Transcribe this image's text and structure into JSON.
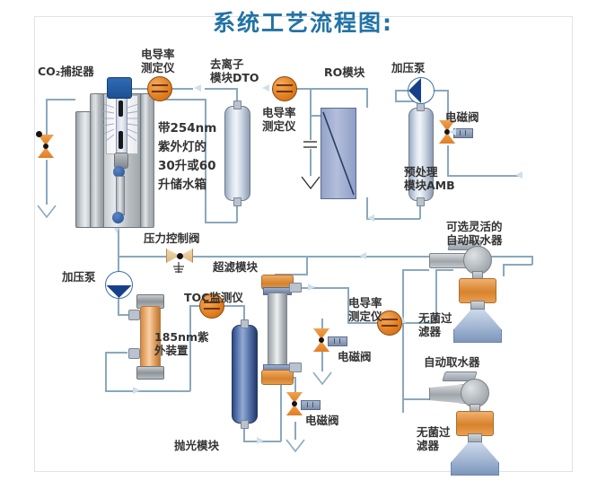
{
  "title": "系统工艺流程图:",
  "colors": {
    "title": "#2273a5",
    "pipe": "#8aa8bd",
    "valve_orange": "#e07d22",
    "meter_orange": "#e07d1f",
    "pump_blue": "#16418a",
    "ro_blue": "#93a3c8",
    "uv_orange": "#dd9a5c",
    "frame": "#e2e2e4"
  },
  "labels": {
    "co2_trap": "CO₂捕捉器",
    "conductivity_meter_1": "电导率\n测定仪",
    "storage_tank": "带254nm\n紫外灯的\n30升或60\n升储水箱",
    "di_module": "去离子\n模块DTO",
    "conductivity_meter_2": "电导率\n测定仪",
    "ro_module": "RO模块",
    "booster_pump_top": "加压泵",
    "solenoid_valve_top": "电磁阀",
    "pretreat_module": "预处理\n模块AMB",
    "pressure_control_valve": "压力控制阀",
    "booster_pump_mid": "加压泵",
    "uf_module": "超滤模块",
    "toc_monitor": "TOC监测仪",
    "uv185_device": "185nm紫\n外装置",
    "conductivity_meter_3": "电导率\n测定仪",
    "solenoid_valve_mid": "电磁阀",
    "solenoid_valve_low": "电磁阀",
    "polishing_module": "抛光模块",
    "optional_dispenser": "可选灵活的\n自动取水器",
    "sterile_filter_1": "无菌过\n滤器",
    "auto_dispenser_2": "自动取水器",
    "sterile_filter_2": "无菌过\n滤器"
  },
  "components": [
    {
      "id": "co2-trap",
      "label": "CO₂捕捉器",
      "type": "trap"
    },
    {
      "id": "storage-tank",
      "label": "带254nm紫外灯的30升或60升储水箱",
      "type": "tank"
    },
    {
      "id": "conductivity-meter-1",
      "label": "电导率测定仪",
      "type": "meter"
    },
    {
      "id": "di-module",
      "label": "去离子模块DTO",
      "type": "cartridge"
    },
    {
      "id": "conductivity-meter-2",
      "label": "电导率测定仪",
      "type": "meter"
    },
    {
      "id": "ro-module",
      "label": "RO模块",
      "type": "membrane"
    },
    {
      "id": "booster-pump-top",
      "label": "加压泵",
      "type": "pump"
    },
    {
      "id": "solenoid-valve-top",
      "label": "电磁阀",
      "type": "solenoid-valve"
    },
    {
      "id": "pretreat-module",
      "label": "预处理模块AMB",
      "type": "cartridge"
    },
    {
      "id": "pressure-control-valve",
      "label": "压力控制阀",
      "type": "valve"
    },
    {
      "id": "booster-pump-mid",
      "label": "加压泵",
      "type": "pump"
    },
    {
      "id": "uv185-device",
      "label": "185nm紫外装置",
      "type": "uv-column"
    },
    {
      "id": "toc-monitor",
      "label": "TOC监测仪",
      "type": "meter"
    },
    {
      "id": "polishing-module",
      "label": "抛光模块",
      "type": "cartridge"
    },
    {
      "id": "uf-module",
      "label": "超滤模块",
      "type": "uf"
    },
    {
      "id": "conductivity-meter-3",
      "label": "电导率测定仪",
      "type": "meter"
    },
    {
      "id": "solenoid-valve-mid",
      "label": "电磁阀",
      "type": "solenoid-valve"
    },
    {
      "id": "solenoid-valve-low",
      "label": "电磁阀",
      "type": "solenoid-valve"
    },
    {
      "id": "auto-dispenser-1",
      "label": "可选灵活的自动取水器",
      "type": "dispenser"
    },
    {
      "id": "sterile-filter-1",
      "label": "无菌过滤器",
      "type": "filter"
    },
    {
      "id": "auto-dispenser-2",
      "label": "自动取水器",
      "type": "dispenser"
    },
    {
      "id": "sterile-filter-2",
      "label": "无菌过滤器",
      "type": "filter"
    }
  ]
}
